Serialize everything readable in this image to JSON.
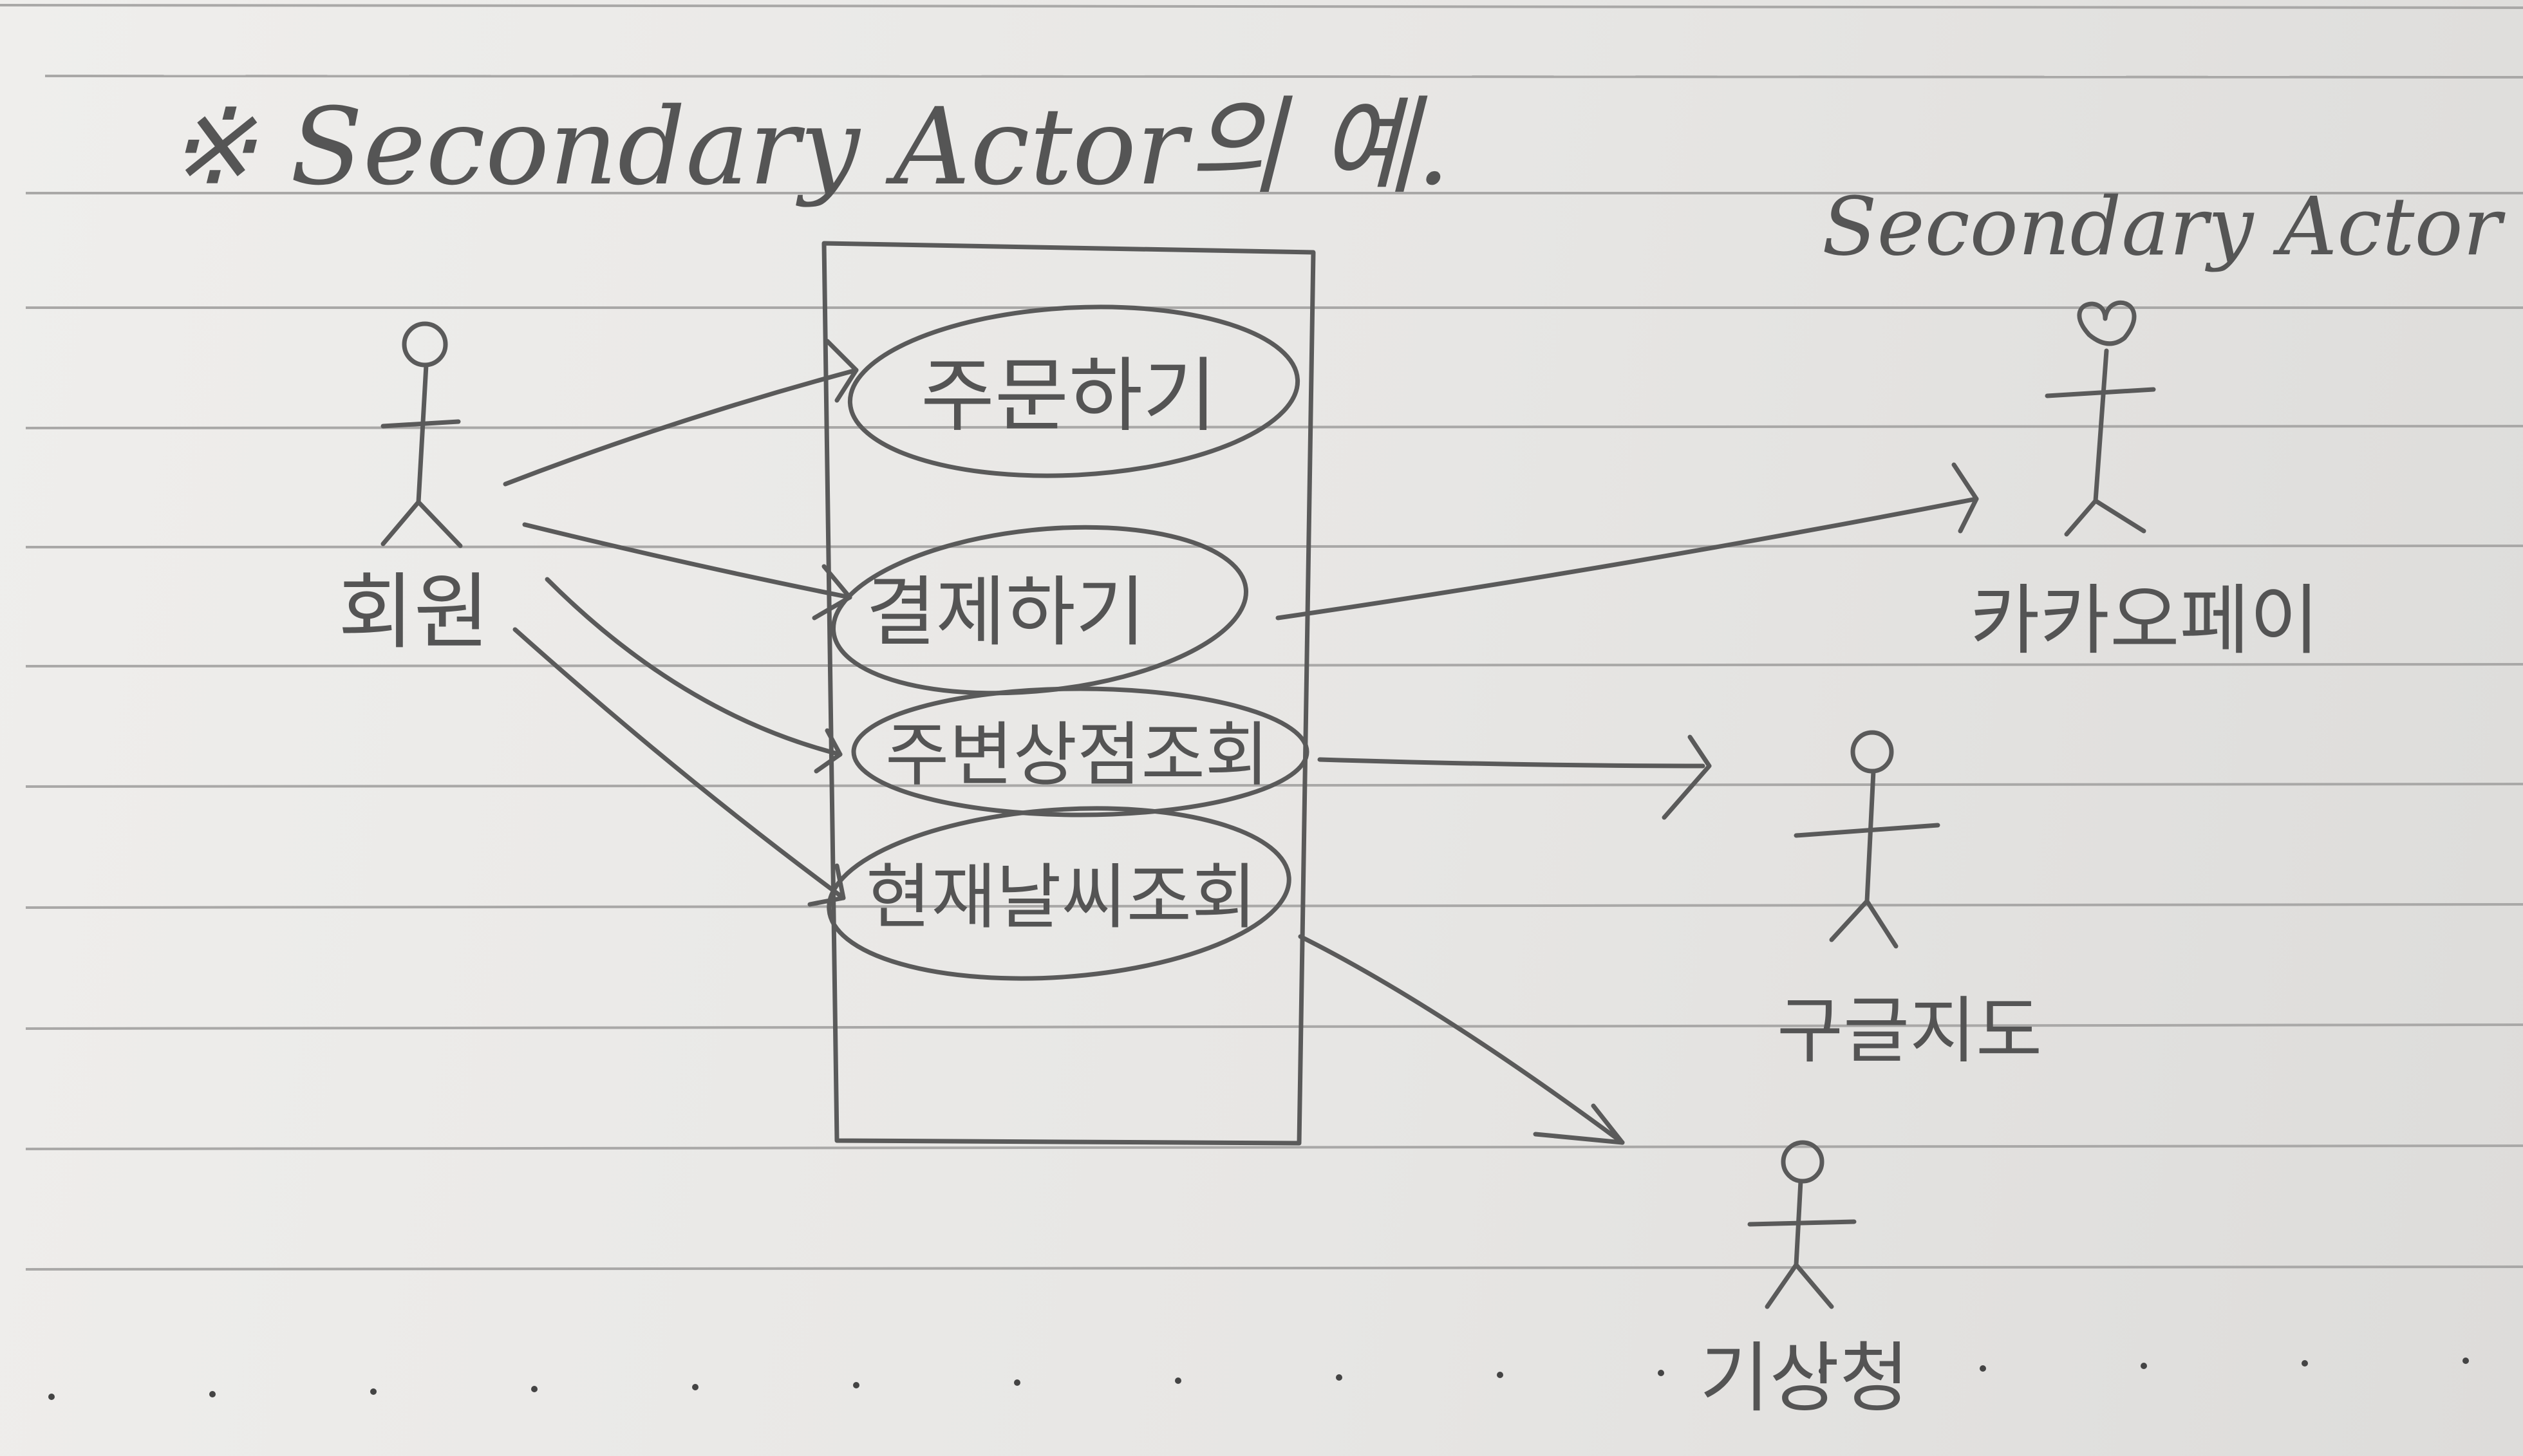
{
  "title": "※ Secondary Actor의 예.",
  "secondary_label": "Secondary Actor",
  "primary_actor": {
    "name": "회원"
  },
  "use_cases": [
    {
      "label": "주문하기"
    },
    {
      "label": "결제하기"
    },
    {
      "label": "주변상점조회"
    },
    {
      "label": "현재날씨조회"
    }
  ],
  "secondary_actors": [
    {
      "name": "카카오페이"
    },
    {
      "name": "구글지도"
    },
    {
      "name": "기상청"
    }
  ]
}
